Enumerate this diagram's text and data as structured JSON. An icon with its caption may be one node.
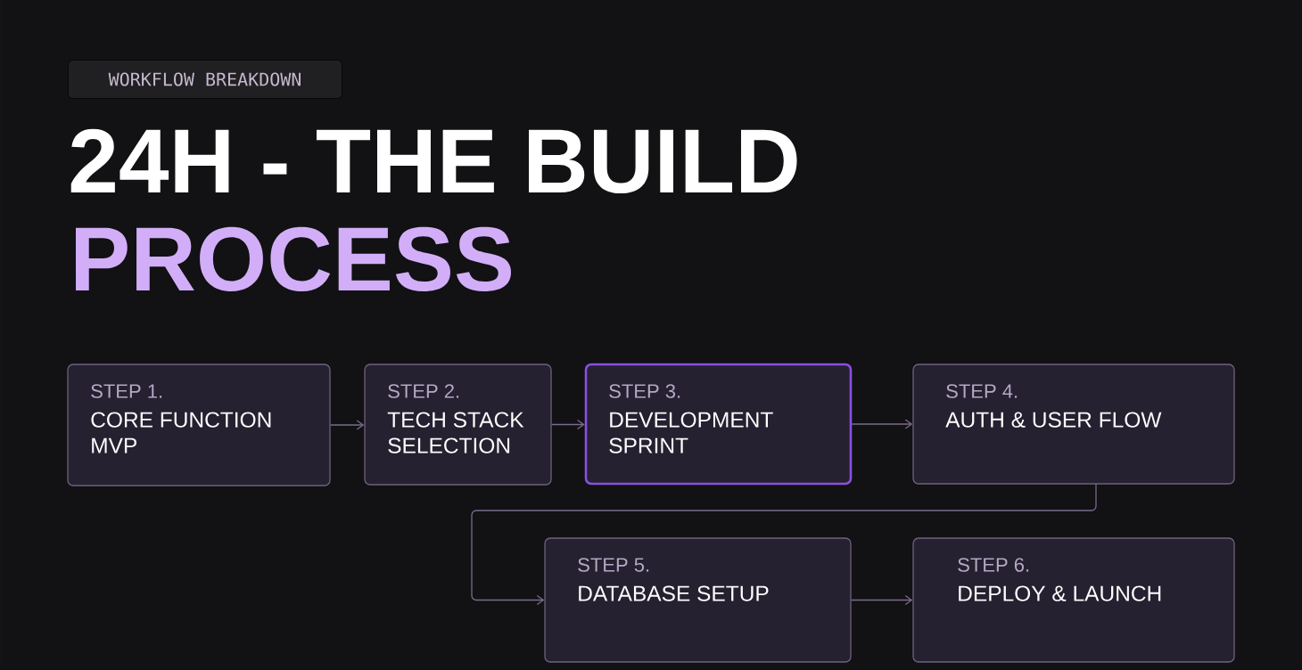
{
  "diagram": {
    "title": "24H - THE BUILD",
    "nodes": [
      {
        "text": [
          "STEP 1.",
          "CORE FUNCTION MVP"
        ]
      },
      {
        "text": [
          "STEP 2.",
          "TECH STACK SELECTION"
        ]
      },
      {
        "text": [
          "STEP 3.",
          "DEVELOPMENT SPRINT"
        ]
      },
      {
        "text": [
          "STEP 4.",
          "AUTH & USER FLOW"
        ]
      },
      {
        "text": [
          "STEP 5.",
          "DATABASE SETUP"
        ]
      },
      {
        "text": [
          "STEP 6.",
          "DEPLOY & LAUNCH"
        ]
      }
    ],
    "edges": [
      {
        "from": 0,
        "to": 1,
        "arrow": "to"
      },
      {
        "from": 1,
        "to": 2,
        "arrow": "to"
      },
      {
        "from": 2,
        "to": 3,
        "arrow": "to"
      },
      {
        "from": 3,
        "to": 4,
        "arrow": "to"
      },
      {
        "from": 4,
        "to": 5,
        "arrow": "to"
      }
    ],
    "labels": [
      "WORKFLOW BREAKDOWN",
      "PROCESS"
    ]
  }
}
